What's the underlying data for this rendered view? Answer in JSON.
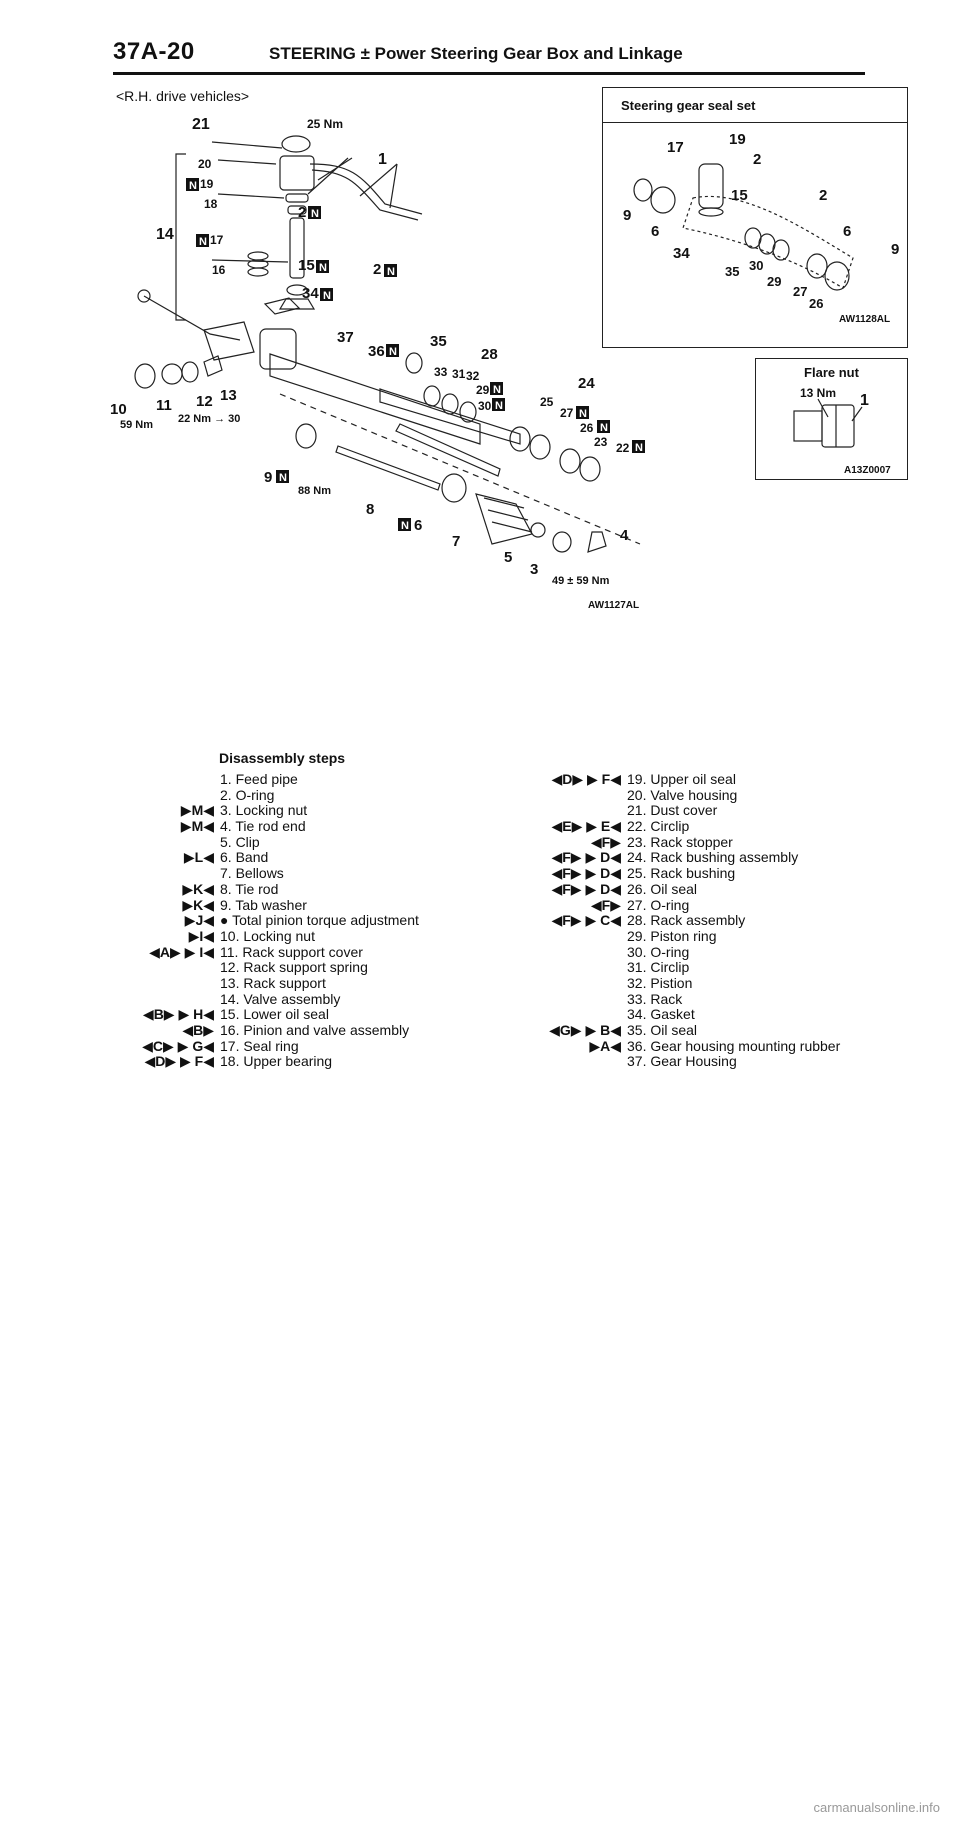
{
  "header": {
    "page_number": "37A-20",
    "section_title": "STEERING ± Power Steering Gear Box and Linkage"
  },
  "figure": {
    "vehicle_label": "<R.H. drive vehicles>",
    "main_code": "AW1127AL",
    "inset_seal": {
      "title": "Steering gear seal set",
      "code": "AW1128AL"
    },
    "inset_flare": {
      "title": "Flare nut",
      "torque": "13 Nm",
      "part": "1",
      "code": "A13Z0007"
    },
    "torques": [
      "25 Nm",
      "59 Nm",
      "22 Nm → 30",
      "88 Nm",
      "49 ± 59 Nm"
    ],
    "replace_symbol": "N"
  },
  "steps": {
    "title": "Disassembly steps",
    "left": [
      {
        "mark": "",
        "text": "1. Feed pipe"
      },
      {
        "mark": "",
        "text": "2. O-ring"
      },
      {
        "mark": "▶M◀",
        "text": "3. Locking nut"
      },
      {
        "mark": "▶M◀",
        "text": "4. Tie rod end"
      },
      {
        "mark": "",
        "text": "5. Clip"
      },
      {
        "mark": "▶L◀",
        "text": "6. Band"
      },
      {
        "mark": "",
        "text": "7. Bellows"
      },
      {
        "mark": "▶K◀",
        "text": "8. Tie rod"
      },
      {
        "mark": "▶K◀",
        "text": "9. Tab washer"
      },
      {
        "mark": "▶J◀",
        "text": "● Total pinion torque adjustment"
      },
      {
        "mark": "▶I◀",
        "text": "10. Locking nut"
      },
      {
        "mark": "◀A▶ ▶ I◀",
        "text": "11. Rack support cover"
      },
      {
        "mark": "",
        "text": "12. Rack support spring"
      },
      {
        "mark": "",
        "text": "13. Rack support"
      },
      {
        "mark": "",
        "text": "14. Valve assembly"
      },
      {
        "mark": "◀B▶ ▶ H◀",
        "text": "15. Lower oil seal"
      },
      {
        "mark": "◀B▶",
        "text": "16. Pinion and valve assembly"
      },
      {
        "mark": "◀C▶ ▶ G◀",
        "text": "17. Seal ring"
      },
      {
        "mark": "◀D▶ ▶ F◀",
        "text": "18. Upper bearing"
      }
    ],
    "right": [
      {
        "mark": "◀D▶ ▶ F◀",
        "text": "19. Upper oil seal"
      },
      {
        "mark": "",
        "text": "20. Valve housing"
      },
      {
        "mark": "",
        "text": "21. Dust cover"
      },
      {
        "mark": "◀E▶ ▶ E◀",
        "text": "22. Circlip"
      },
      {
        "mark": "◀F▶",
        "text": "23. Rack stopper"
      },
      {
        "mark": "◀F▶ ▶ D◀",
        "text": "24. Rack bushing assembly"
      },
      {
        "mark": "◀F▶ ▶ D◀",
        "text": "25. Rack bushing"
      },
      {
        "mark": "◀F▶ ▶ D◀",
        "text": "26. Oil seal"
      },
      {
        "mark": "◀F▶",
        "text": "27. O-ring"
      },
      {
        "mark": "◀F▶ ▶ C◀",
        "text": "28. Rack assembly"
      },
      {
        "mark": "",
        "text": "29. Piston ring"
      },
      {
        "mark": "",
        "text": "30. O-ring"
      },
      {
        "mark": "",
        "text": "31. Circlip"
      },
      {
        "mark": "",
        "text": "32. Pistion"
      },
      {
        "mark": "",
        "text": "33. Rack"
      },
      {
        "mark": "",
        "text": "34. Gasket"
      },
      {
        "mark": "◀G▶ ▶ B◀",
        "text": "35. Oil seal"
      },
      {
        "mark": "▶A◀",
        "text": "36. Gear housing mounting rubber"
      },
      {
        "mark": "",
        "text": "37. Gear Housing"
      }
    ]
  },
  "watermark": "carmanualsonline.info"
}
